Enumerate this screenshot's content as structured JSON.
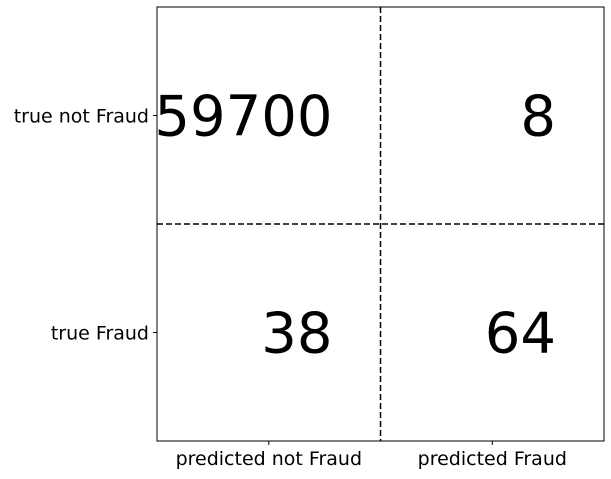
{
  "chart_data": {
    "type": "table",
    "title": "",
    "xlabel": "",
    "ylabel": "",
    "columns": [
      "predicted not Fraud",
      "predicted Fraud"
    ],
    "rows": [
      "true not Fraud",
      "true Fraud"
    ],
    "values": [
      [
        59700,
        8
      ],
      [
        38,
        64
      ]
    ],
    "cell_labels": [
      [
        "59700",
        "8"
      ],
      [
        "38",
        "64"
      ]
    ],
    "grid": true,
    "grid_style": "dashed",
    "legend": "none"
  }
}
